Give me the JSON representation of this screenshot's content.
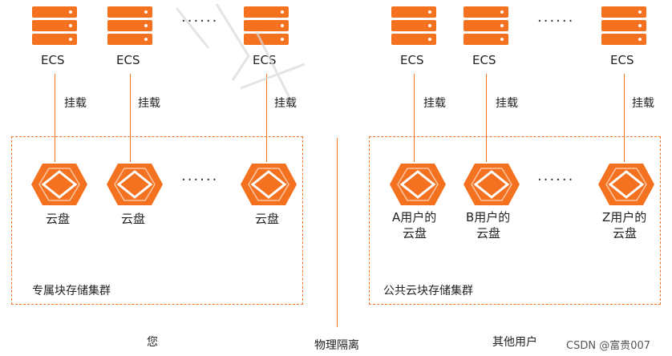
{
  "dedicated": {
    "ecs_label": "ECS",
    "mount_label": "挂载",
    "disk_label": "云盘",
    "cluster_label": "专属块存储集群",
    "owner_label": "您",
    "ellipsis": "······"
  },
  "public": {
    "ecs_label": "ECS",
    "mount_label": "挂载",
    "disk_a_line1": "A用户的",
    "disk_b_line1": "B用户的",
    "disk_z_line1": "Z用户的",
    "disk_line2": "云盘",
    "cluster_label": "公共云块存储集群",
    "owner_label": "其他用户",
    "ellipsis": "······"
  },
  "divider_label": "物理隔离",
  "credit": "CSDN @富贵007",
  "colors": {
    "accent": "#f4711f"
  },
  "icons": [
    "server-icon",
    "cloud-disk-icon"
  ]
}
